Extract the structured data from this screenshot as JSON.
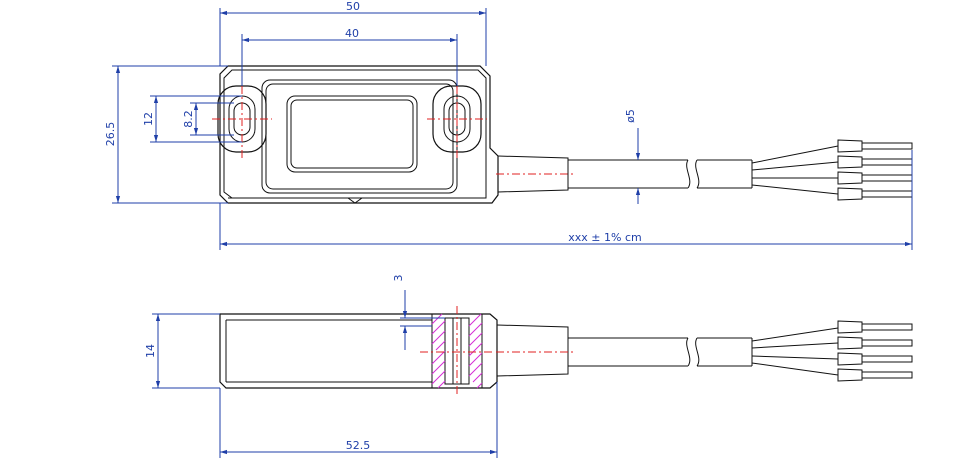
{
  "drawing": {
    "dimensions": {
      "width_top": "50",
      "hole_pitch": "40",
      "height": "26.5",
      "slot_length": "12",
      "slot_width": "8.2",
      "cable_diameter": "ø5",
      "cable_length": "xxx ± 1% cm",
      "thickness": "14",
      "length_side": "52.5",
      "counterbore": "3"
    },
    "colors": {
      "dimension": "#1f3fa8",
      "outline": "#111111",
      "centerline": "#e02020",
      "hatch": "#d62bd6"
    }
  }
}
